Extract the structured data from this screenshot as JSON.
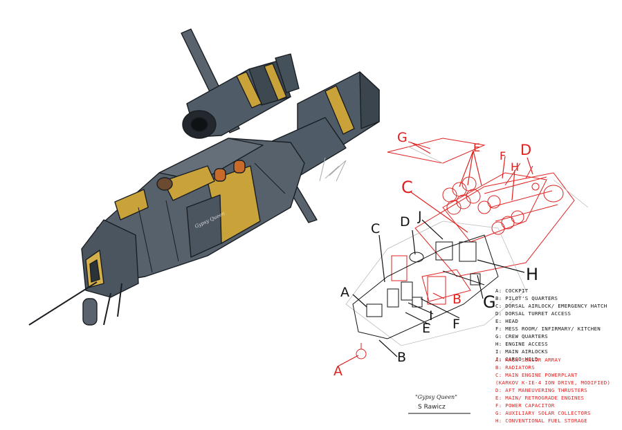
{
  "caption": {
    "name": "\"Gypsy Queen\"",
    "author": "S Rawicz"
  },
  "hull_lettering": "Gypsy Queen",
  "callouts": {
    "black": [
      "A",
      "B",
      "C",
      "D",
      "E",
      "F",
      "G",
      "H",
      "I",
      "J"
    ],
    "red": [
      "A",
      "B",
      "C",
      "D",
      "E",
      "F",
      "G",
      "H"
    ]
  },
  "legend_black": [
    "A: COCKPIT",
    "B: PILOT'S QUARTERS",
    "C: DORSAL AIRLOCK/ EMERGENCY HATCH",
    "D: DORSAL TURRET ACCESS",
    "E: HEAD",
    "F: MESS ROOM/ INFIRMARY/ KITCHEN",
    "G: CREW QUARTERS",
    "H: ENGINE ACCESS",
    "I: MAIN AIRLOCKS",
    "J: CARGO HOLD"
  ],
  "legend_red": [
    "A: MAIN SENSOR ARRAY",
    "B: RADIATORS",
    "C: MAIN ENGINE POWERPLANT",
    "(KARKOV K-IE-4 ION DRIVE, MODIFIED)",
    "D: AFT MANEUVERING THRUSTERS",
    "E: MAIN/ RETROGRADE ENGINES",
    "F: POWER CAPACITOR",
    "G: AUXILIARY SOLAR COLLECTORS",
    "H: CONVENTIONAL FUEL STORAGE"
  ],
  "colors": {
    "hull": "#4f5b66",
    "hull_dark": "#2f3840",
    "stripe": "#c9a33a",
    "ink": "#111111",
    "red": "#e0201f"
  }
}
